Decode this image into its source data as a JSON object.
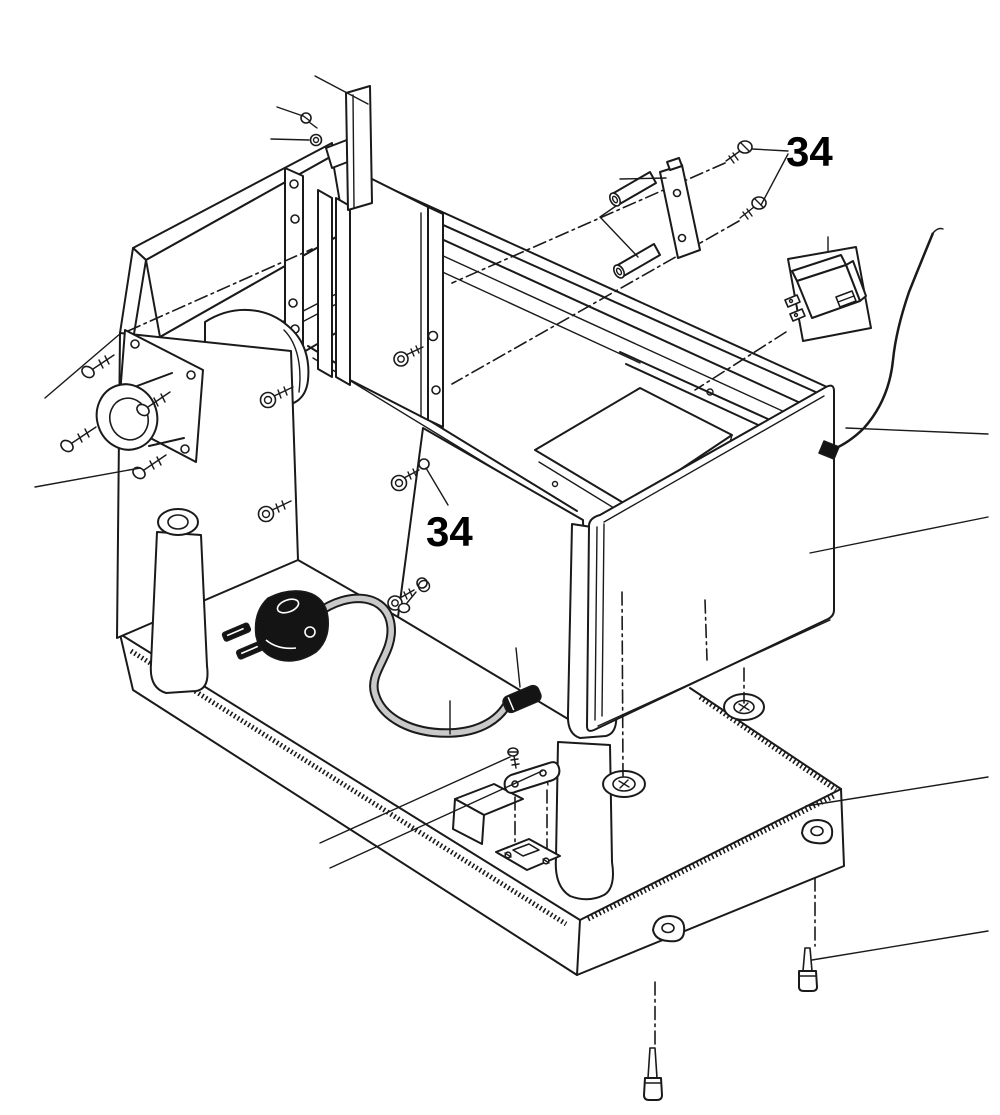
{
  "diagram": {
    "figure_type": "exploded-parts-diagram",
    "background_color": "#ffffff",
    "line_color": "#1a1a1a",
    "cord_color": "#c9c9c9",
    "plug_color": "#141414",
    "callouts": [
      {
        "id": "callout-34-switch-screws",
        "label": "34"
      },
      {
        "id": "callout-34-panel-screw",
        "label": "34"
      }
    ],
    "parts": [
      {
        "name": "upper-frame"
      },
      {
        "name": "blade-post"
      },
      {
        "name": "guide-channel"
      },
      {
        "name": "sliding-plate"
      },
      {
        "name": "motor-assembly"
      },
      {
        "name": "motor-flange-screws"
      },
      {
        "name": "cap-screws"
      },
      {
        "name": "switch-mounting-plate"
      },
      {
        "name": "standoff-spacers"
      },
      {
        "name": "switch-screws-34"
      },
      {
        "name": "rocker-switch"
      },
      {
        "name": "switch-wire"
      },
      {
        "name": "side-panel"
      },
      {
        "name": "panel-screw-34"
      },
      {
        "name": "power-plug"
      },
      {
        "name": "power-cord"
      },
      {
        "name": "strain-relief"
      },
      {
        "name": "cord-clamp"
      },
      {
        "name": "clamp-screws"
      },
      {
        "name": "terminal-block"
      },
      {
        "name": "base-pan"
      },
      {
        "name": "mounting-ears"
      },
      {
        "name": "screw-bosses"
      },
      {
        "name": "base-screws"
      }
    ]
  }
}
